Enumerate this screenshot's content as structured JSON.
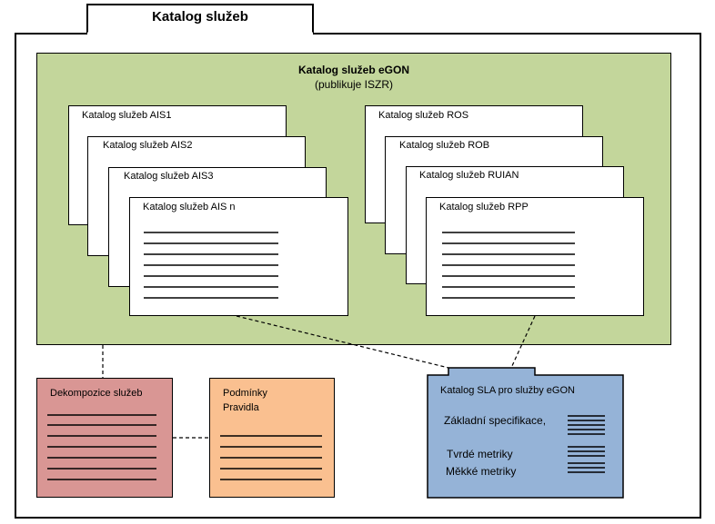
{
  "catalog": {
    "title": "Katalog služeb",
    "egon": {
      "title": "Katalog služeb eGON",
      "subtitle": "(publikuje ISZR)"
    },
    "ais_pages": [
      "Katalog služeb AIS1",
      "Katalog služeb AIS2",
      "Katalog služeb AIS3",
      "Katalog služeb AIS n"
    ],
    "registry_pages": [
      "Katalog služeb ROS",
      "Katalog služeb ROB",
      "Katalog služeb RUIAN",
      "Katalog služeb RPP"
    ],
    "decomposition": {
      "title": "Dekompozice služeb"
    },
    "conditions": {
      "line1": "Podmínky",
      "line2": "Pravidla"
    },
    "sla": {
      "title": "Katalog SLA pro služby eGON",
      "basic": "Základní specifikace,",
      "hard": "Tvrdé metriky",
      "soft": "Měkké metriky"
    }
  },
  "colors": {
    "green_fill": "#c3d69b",
    "red_fill": "#d99694",
    "orange_fill": "#fac090",
    "blue_fill": "#95b3d7"
  }
}
